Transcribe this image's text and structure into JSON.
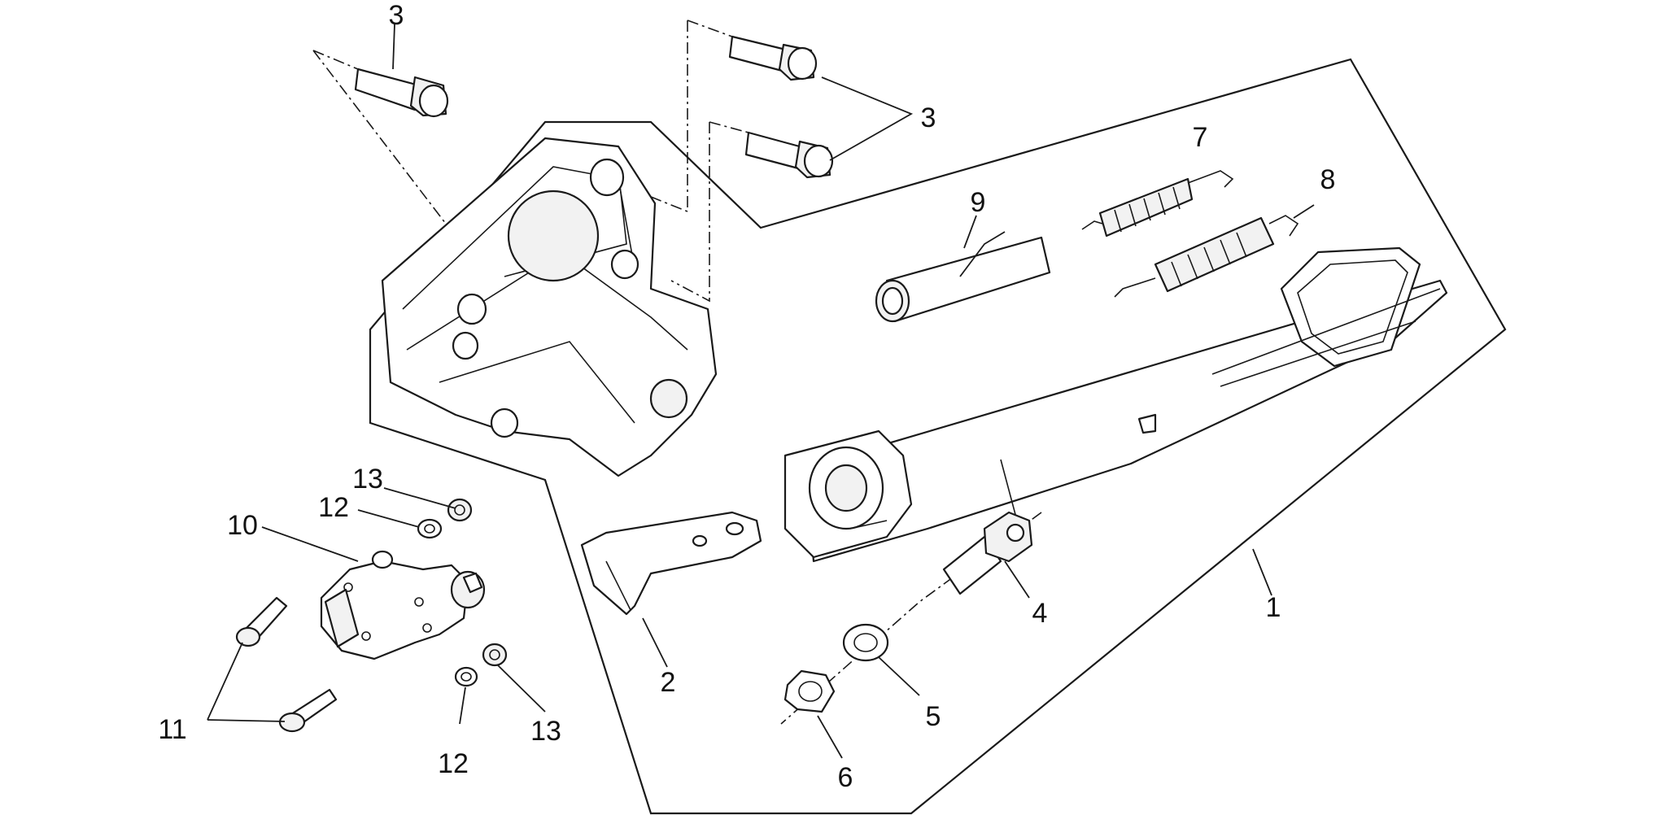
{
  "callouts": {
    "c1": "1",
    "c2": "2",
    "c3a": "3",
    "c3b": "3",
    "c4": "4",
    "c5": "5",
    "c6": "6",
    "c7": "7",
    "c8": "8",
    "c9": "9",
    "c10": "10",
    "c11": "11",
    "c12a": "12",
    "c12b": "12",
    "c13a": "13",
    "c13b": "13"
  },
  "colors": {
    "line": "#1a1a1a",
    "background": "#ffffff"
  }
}
